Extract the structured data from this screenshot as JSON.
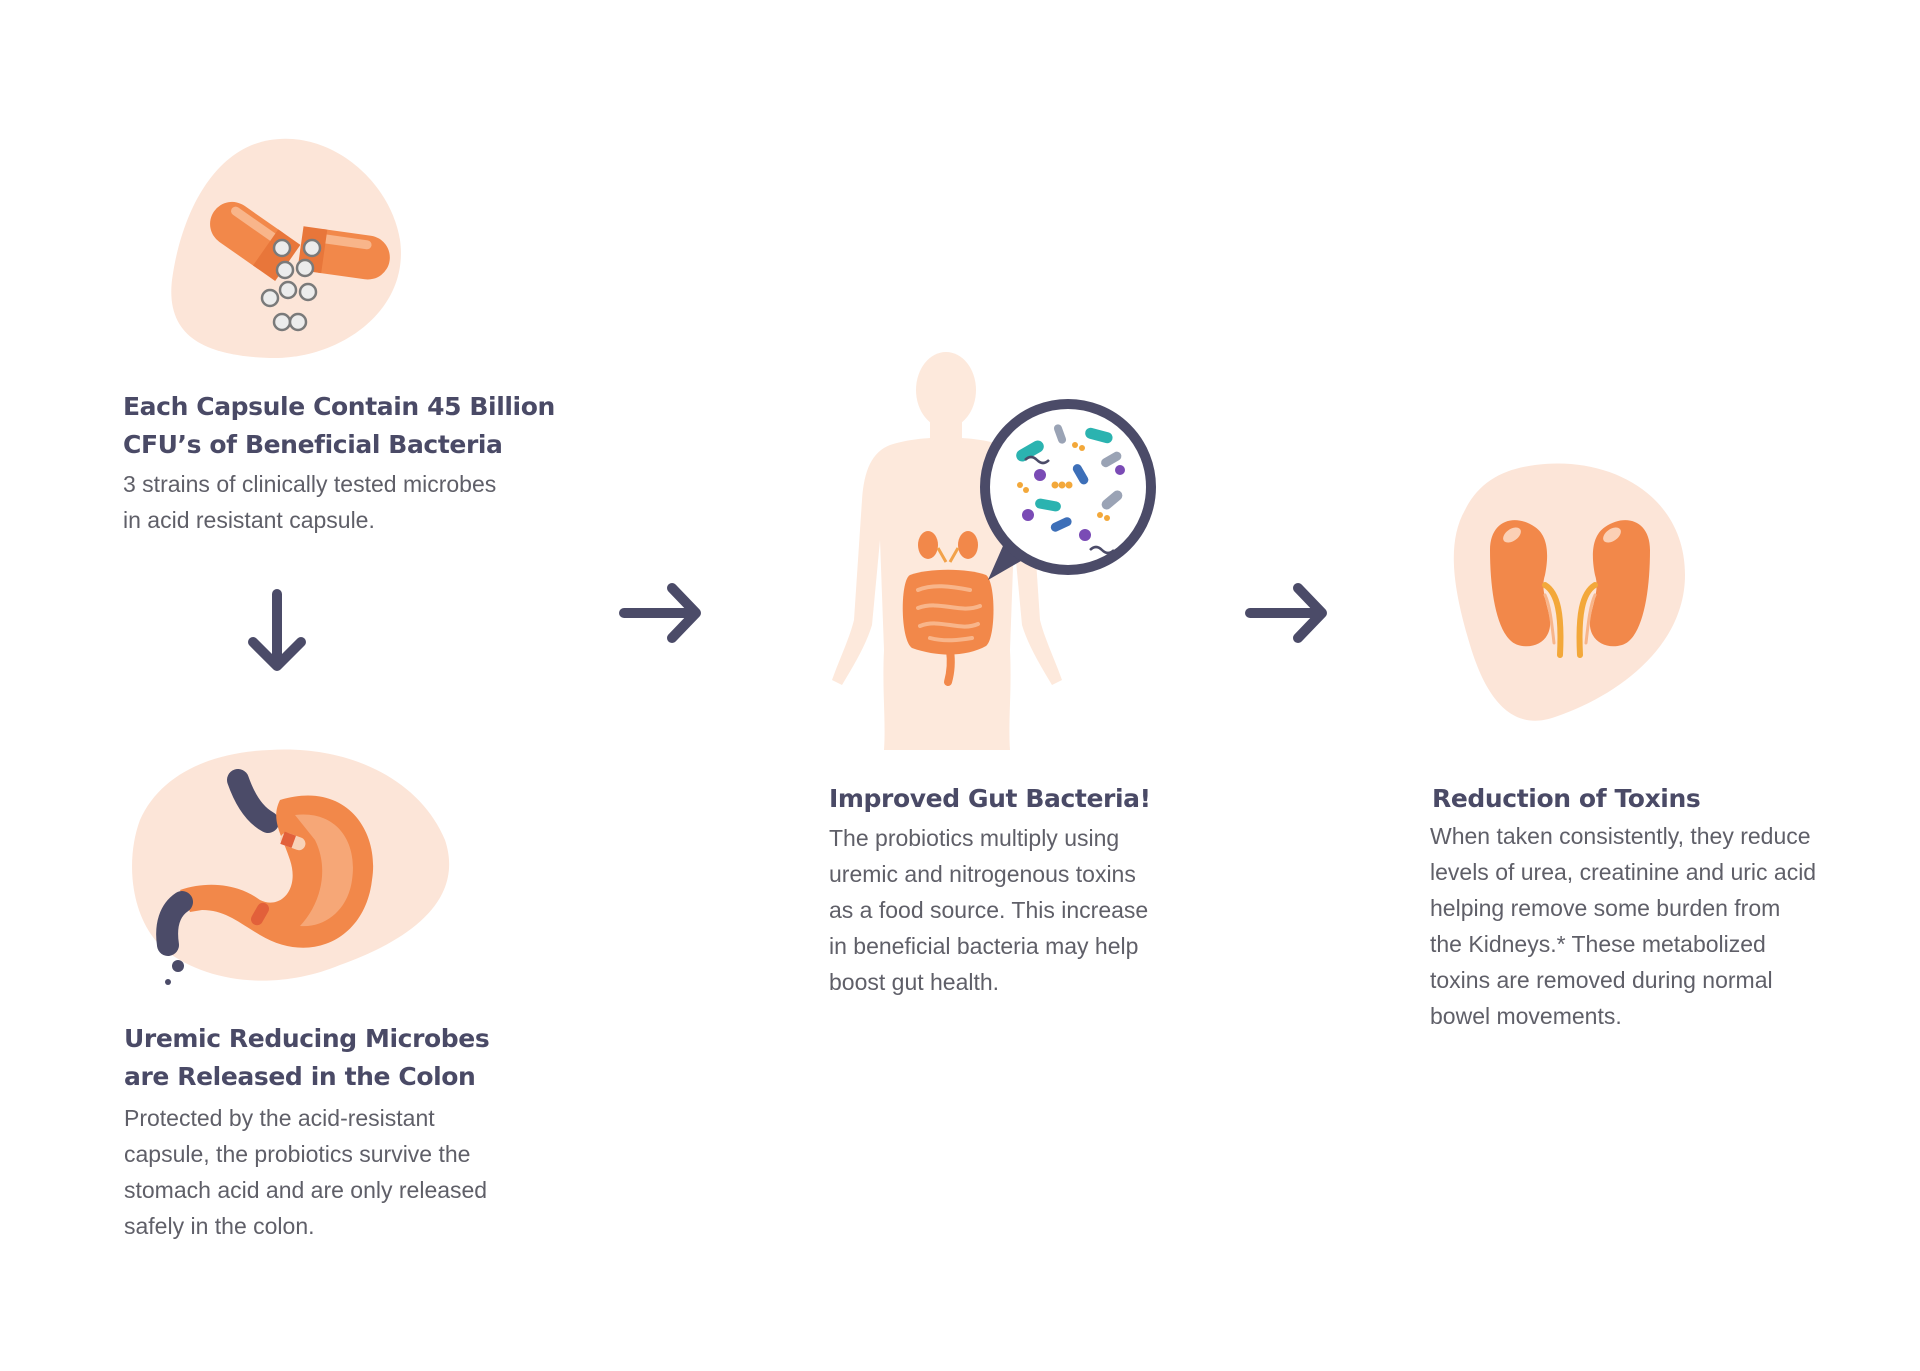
{
  "colors": {
    "blob": "#fce5d8",
    "organ": "#f2884a",
    "organ_light": "#f8b58a",
    "arrow": "#4b4b68",
    "title": "#4a4a66",
    "text": "#5f5f68"
  },
  "steps": [
    {
      "title_lines": [
        "Each Capsule Contain 45 Billion",
        "CFU’s of Beneficial Bacteria"
      ],
      "text_lines": [
        "3 strains of clinically tested microbes",
        "in acid resistant capsule."
      ],
      "illustration": "capsule-icon"
    },
    {
      "title_lines": [
        "Uremic Reducing Microbes",
        "are Released in the Colon"
      ],
      "text_lines": [
        "Protected by the acid-resistant",
        "capsule, the probiotics survive the",
        "stomach acid and are only released",
        "safely in the colon."
      ],
      "illustration": "stomach-icon"
    },
    {
      "title_lines": [
        "Improved Gut Bacteria!"
      ],
      "text_lines": [
        "The probiotics multiply using",
        "uremic and nitrogenous toxins",
        "as a food source. This increase",
        "in beneficial bacteria may help",
        "boost gut health."
      ],
      "illustration": "human-body-icon"
    },
    {
      "title_lines": [
        "Reduction of Toxins"
      ],
      "text_lines": [
        "When taken consistently, they reduce",
        "levels of urea, creatinine and uric acid",
        "helping remove some burden from",
        "the Kidneys.* These metabolized",
        "toxins are removed during normal",
        "bowel movements."
      ],
      "illustration": "kidneys-icon"
    }
  ],
  "arrows": [
    "arrow-down-icon",
    "arrow-right-icon",
    "arrow-right-icon"
  ]
}
